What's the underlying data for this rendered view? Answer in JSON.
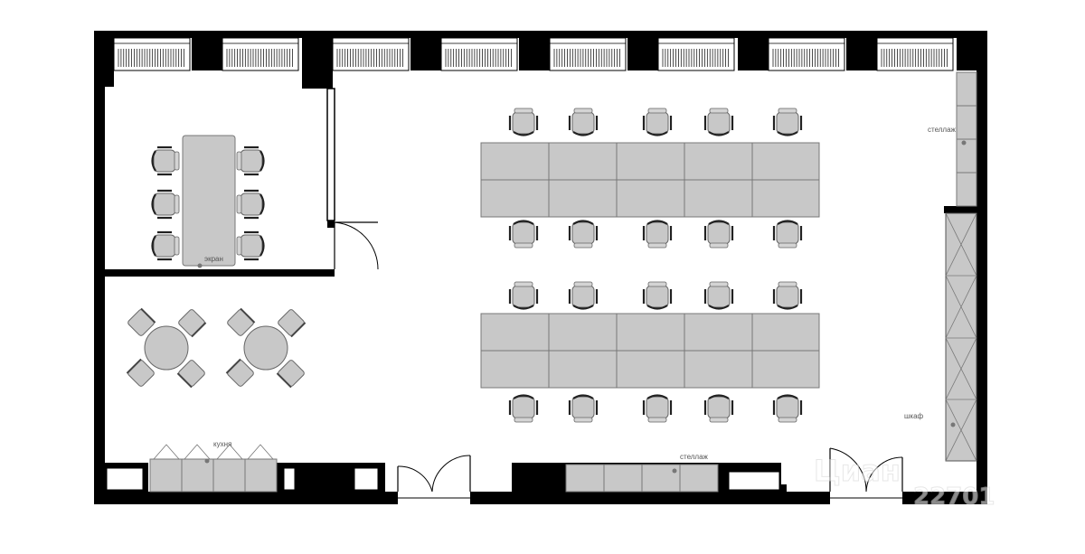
{
  "labels": {
    "screen": "экран",
    "shelf_right": "стеллаж",
    "wardrobe": "шкаф",
    "kitchen": "кухня",
    "shelf_bottom": "стеллаж"
  },
  "watermark": {
    "brand": "Циан",
    "code": "22701"
  },
  "colors": {
    "wall": "#000000",
    "furniture_fill": "#c8c8c8",
    "furniture_stroke": "#777777",
    "label": "#555555"
  }
}
